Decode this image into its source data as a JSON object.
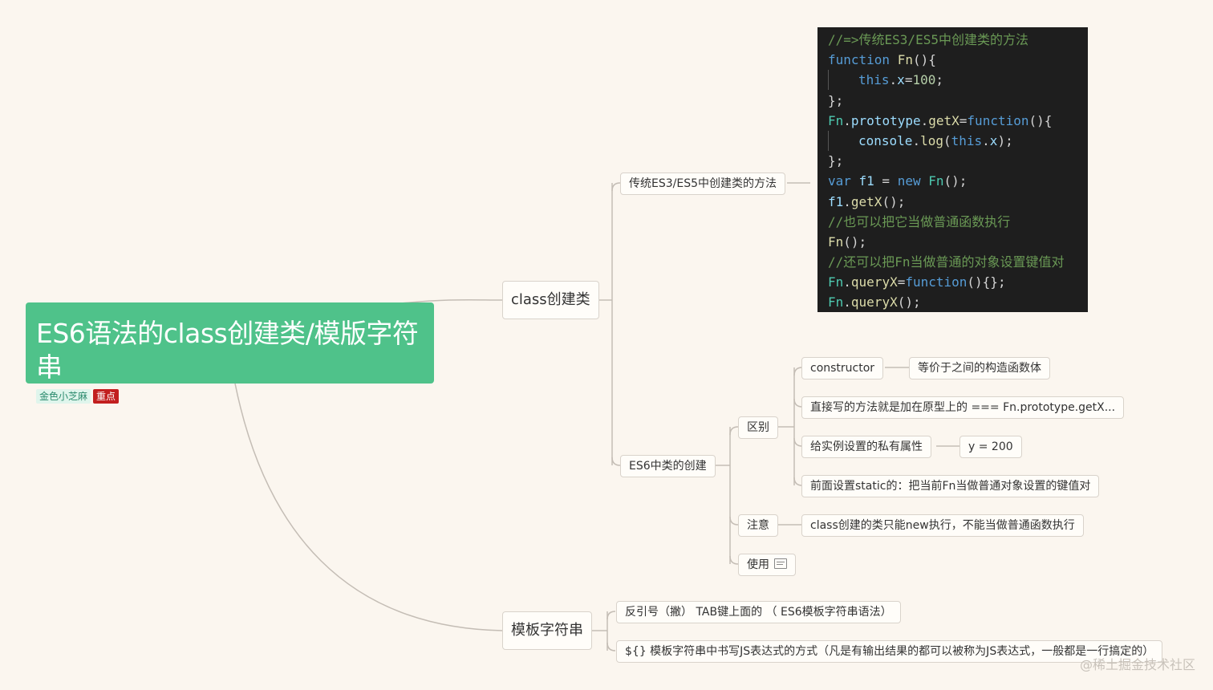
{
  "root": {
    "title": "ES6语法的class创建类/模版字符串",
    "tags": [
      "金色小芝麻",
      "重点"
    ]
  },
  "branches": {
    "class": {
      "label": "class创建类",
      "traditional": "传统ES3/ES5中创建类的方法",
      "es6": "ES6中类的创建",
      "diff": {
        "label": "区别",
        "constructor": "constructor",
        "constructor_note": "等价于之间的构造函数体",
        "methods": "直接写的方法就是加在原型上的 === Fn.prototype.getX...",
        "private": "给实例设置的私有属性",
        "private_value": "y = 200",
        "static": "前面设置static的：把当前Fn当做普通对象设置的键值对"
      },
      "attention": {
        "label": "注意",
        "note": "class创建的类只能new执行，不能当做普通函数执行"
      },
      "usage": {
        "label": "使用"
      }
    },
    "template": {
      "label": "模板字符串",
      "item1": "反引号（撇） TAB键上面的 （ ES6模板字符串语法）",
      "item2": "${} 模板字符串中书写JS表达式的方式（凡是有输出结果的都可以被称为JS表达式，一般都是一行搞定的）"
    }
  },
  "code_lines": [
    [
      {
        "c": "cm",
        "t": "//=>传统ES3/ES5中创建类的方法"
      }
    ],
    [
      {
        "c": "kw",
        "t": "function "
      },
      {
        "c": "fn",
        "t": "Fn"
      },
      {
        "c": "pl",
        "t": "(){"
      }
    ],
    [
      {
        "c": "indent",
        "t": ""
      },
      {
        "c": "kw",
        "t": "this"
      },
      {
        "c": "pl",
        "t": "."
      },
      {
        "c": "id",
        "t": "x"
      },
      {
        "c": "pl",
        "t": "="
      },
      {
        "c": "num",
        "t": "100"
      },
      {
        "c": "pl",
        "t": ";"
      }
    ],
    [
      {
        "c": "pl",
        "t": "};"
      }
    ],
    [
      {
        "c": "cls",
        "t": "Fn"
      },
      {
        "c": "pl",
        "t": "."
      },
      {
        "c": "id",
        "t": "prototype"
      },
      {
        "c": "pl",
        "t": "."
      },
      {
        "c": "fn",
        "t": "getX"
      },
      {
        "c": "pl",
        "t": "="
      },
      {
        "c": "kw",
        "t": "function"
      },
      {
        "c": "pl",
        "t": "(){"
      }
    ],
    [
      {
        "c": "indent",
        "t": ""
      },
      {
        "c": "id",
        "t": "console"
      },
      {
        "c": "pl",
        "t": "."
      },
      {
        "c": "fn",
        "t": "log"
      },
      {
        "c": "pl",
        "t": "("
      },
      {
        "c": "kw",
        "t": "this"
      },
      {
        "c": "pl",
        "t": "."
      },
      {
        "c": "id",
        "t": "x"
      },
      {
        "c": "pl",
        "t": ");"
      }
    ],
    [
      {
        "c": "pl",
        "t": "};"
      }
    ],
    [
      {
        "c": "kw",
        "t": "var "
      },
      {
        "c": "id",
        "t": "f1"
      },
      {
        "c": "pl",
        "t": " = "
      },
      {
        "c": "kw",
        "t": "new "
      },
      {
        "c": "cls",
        "t": "Fn"
      },
      {
        "c": "pl",
        "t": "();"
      }
    ],
    [
      {
        "c": "id",
        "t": "f1"
      },
      {
        "c": "pl",
        "t": "."
      },
      {
        "c": "fn",
        "t": "getX"
      },
      {
        "c": "pl",
        "t": "();"
      }
    ],
    [
      {
        "c": "cm",
        "t": "//也可以把它当做普通函数执行"
      }
    ],
    [
      {
        "c": "fn",
        "t": "Fn"
      },
      {
        "c": "pl",
        "t": "();"
      }
    ],
    [
      {
        "c": "cm",
        "t": "//还可以把Fn当做普通的对象设置键值对"
      }
    ],
    [
      {
        "c": "cls",
        "t": "Fn"
      },
      {
        "c": "pl",
        "t": "."
      },
      {
        "c": "fn",
        "t": "queryX"
      },
      {
        "c": "pl",
        "t": "="
      },
      {
        "c": "kw",
        "t": "function"
      },
      {
        "c": "pl",
        "t": "(){};"
      }
    ],
    [
      {
        "c": "cls",
        "t": "Fn"
      },
      {
        "c": "pl",
        "t": "."
      },
      {
        "c": "fn",
        "t": "queryX"
      },
      {
        "c": "pl",
        "t": "();"
      }
    ]
  ],
  "watermark": "@稀土掘金技术社区",
  "colors": {
    "background": "#fbf6ef",
    "root": "#4fc28a",
    "line": "#c4bdb5",
    "code_bg": "#1e1e1e"
  }
}
